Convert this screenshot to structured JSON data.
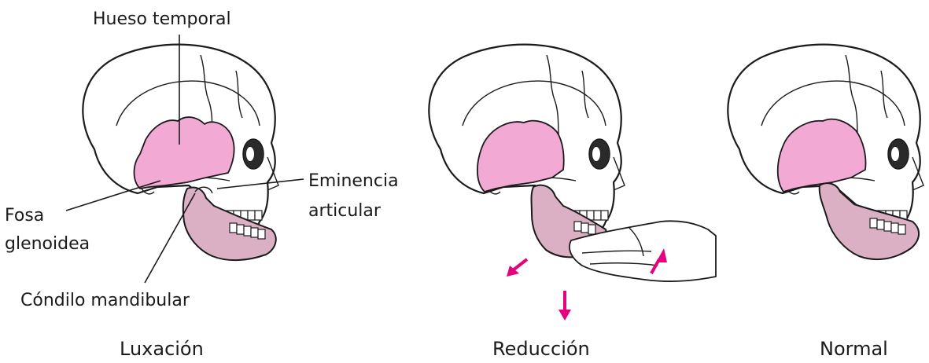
{
  "colors": {
    "temporal_bone": "#f2a9d4",
    "mandible": "#dcb0c4",
    "arrow": "#e6007e",
    "outline": "#1b1b1b"
  },
  "labels": {
    "temporal_bone": "Hueso temporal",
    "articular_eminence_line1": "Eminencia",
    "articular_eminence_line2": "articular",
    "glenoid_fossa_line1": "Fosa",
    "glenoid_fossa_line2": "glenoidea",
    "mandibular_condyle": "Cóndilo mandibular"
  },
  "panels": [
    {
      "caption": "Luxación"
    },
    {
      "caption": "Reducción"
    },
    {
      "caption": "Normal"
    }
  ]
}
